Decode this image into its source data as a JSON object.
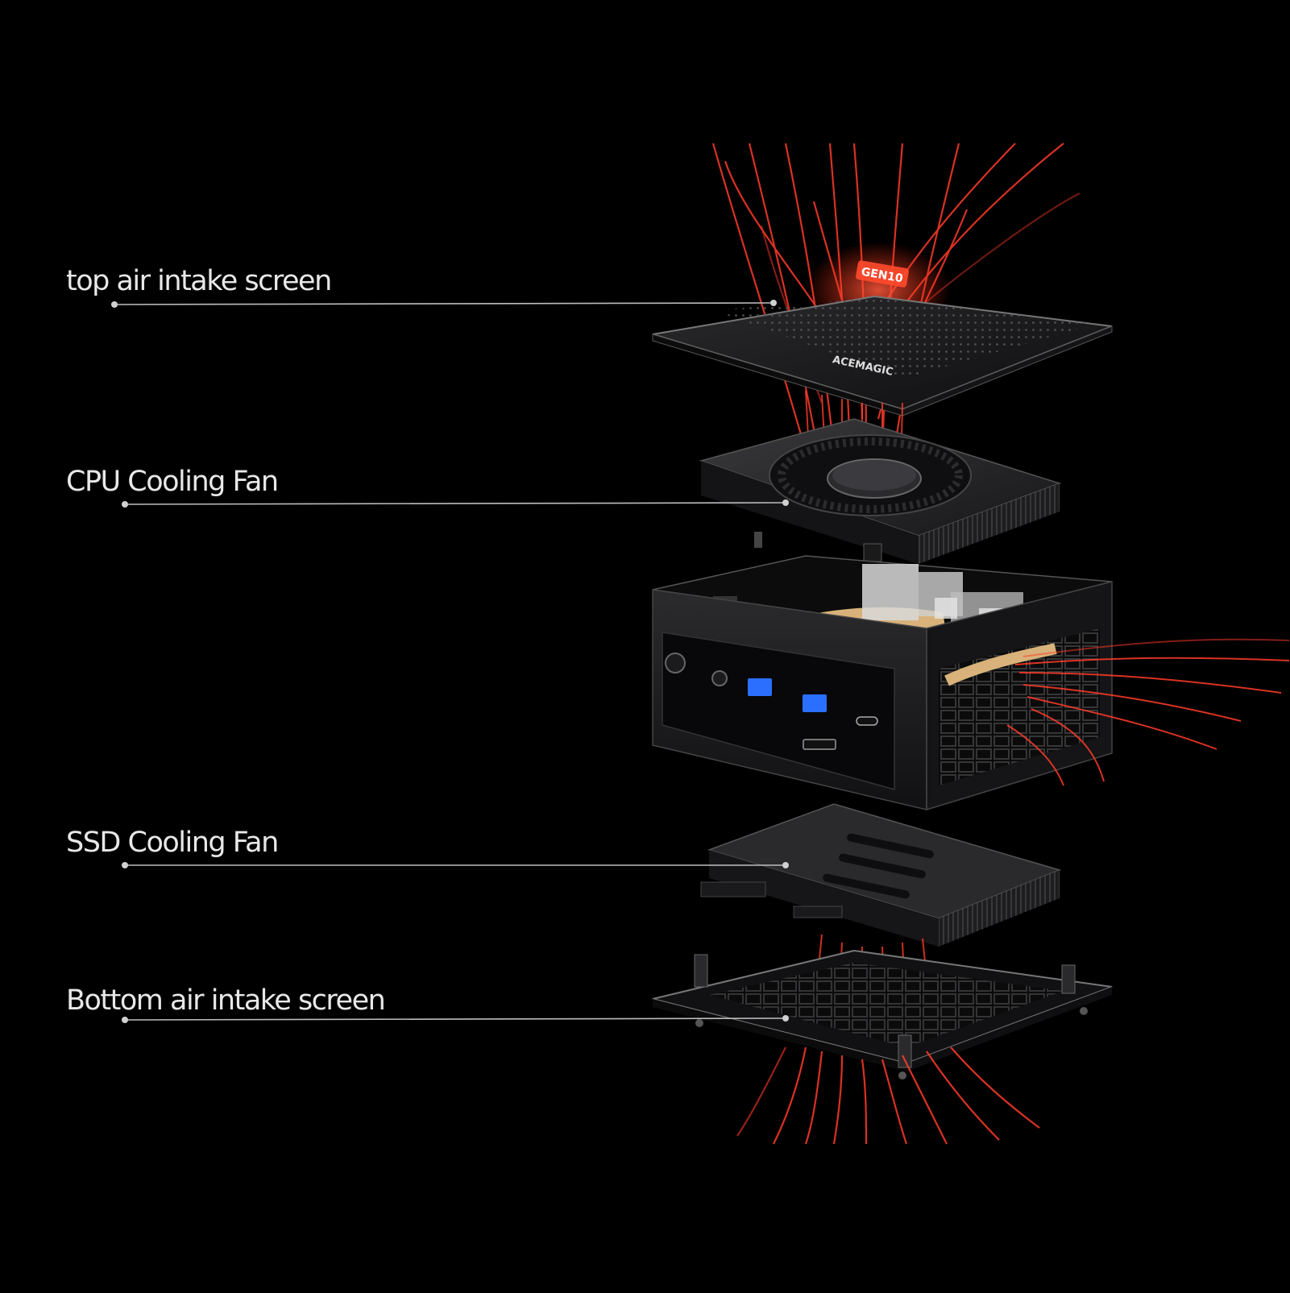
{
  "callouts": [
    {
      "label": "top air intake screen"
    },
    {
      "label": "CPU Cooling Fan"
    },
    {
      "label": "SSD Cooling Fan"
    },
    {
      "label": "Bottom air intake screen"
    }
  ],
  "brand": {
    "top_badge": "GEN10",
    "top_logo": "ACEMAGIC"
  },
  "colors": {
    "background": "#000000",
    "airflow": "#ff3b2a",
    "chassis": "#1a1a1c",
    "leader_line": "#bdbdbd",
    "usb_blue": "#2b6fff",
    "heatpipe": "#d8b27a"
  }
}
